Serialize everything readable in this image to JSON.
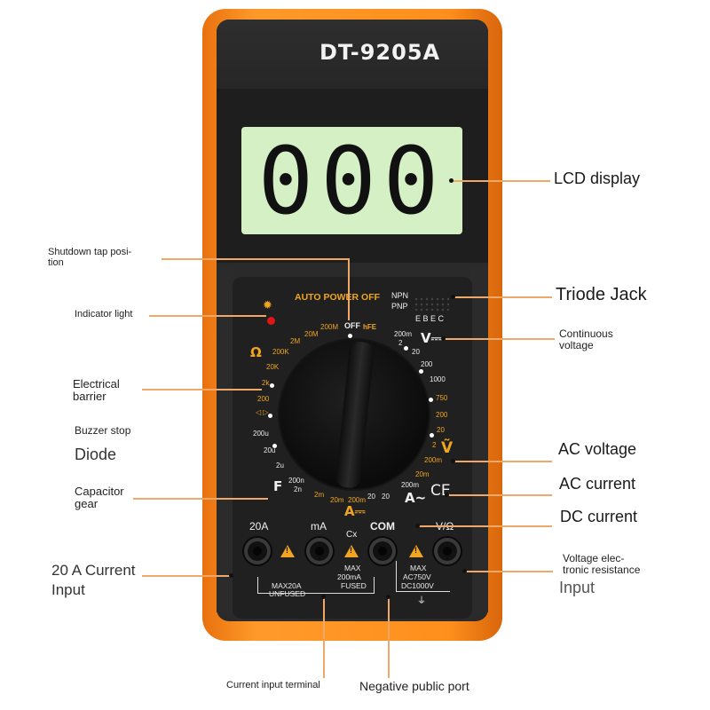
{
  "meter": {
    "model": "DT-9205A",
    "display_value": "000",
    "auto_power_off": "AUTO POWER OFF",
    "npn": "NPN",
    "pnp": "PNP",
    "ebec": "E B E C",
    "off": "OFF",
    "hfe": "hFE",
    "ohm_symbol": "Ω",
    "dc_volt_symbol": "V⎓",
    "ac_volt_symbol": "Ṽ",
    "ac_amp_symbol": "A~",
    "dc_amp_symbol": "A⎓",
    "farad_symbol": "F",
    "ce_mark": "CE",
    "ohm_ranges": [
      "200M",
      "20M",
      "2M",
      "200K",
      "20K",
      "2k",
      "200"
    ],
    "dcv_ranges": [
      "200m",
      "2",
      "20",
      "200",
      "1000"
    ],
    "acv_ranges": [
      "750",
      "200",
      "20",
      "2",
      "200m"
    ],
    "acA_ranges": [
      "20m",
      "200m",
      "20"
    ],
    "dcA_ranges": [
      "20",
      "200m",
      "20m",
      "2m"
    ],
    "cap_ranges": [
      "200n",
      "2n",
      "2u",
      "20u",
      "200u"
    ],
    "colors": {
      "body_orange": "#ff8f1d",
      "lcd_green": "#d4f0c4",
      "range_yellow": "#f0a51e",
      "leader_line": "#f0a868"
    }
  },
  "jacks": {
    "j20a": "20A",
    "ma": "mA",
    "com": "COM",
    "vohm": "V/Ω",
    "cx": "Cx",
    "max20a": "MAX20A",
    "unfused": "UNFUSED",
    "max_label": "MAX",
    "max200ma": "200mA",
    "fused": "FUSED",
    "ac750": "AC750V",
    "dc1000": "DC1000V"
  },
  "callouts": {
    "lcd_display": "LCD display",
    "shutdown_tap": "Shutdown tap posi-\ntion",
    "indicator_light": "Indicator light",
    "triode_jack": "Triode Jack",
    "continuous_voltage": "Continuous\nvoltage",
    "electrical_barrier": "Electrical\nbarrier",
    "buzzer_stop": "Buzzer stop",
    "diode": "Diode",
    "ac_voltage": "AC voltage",
    "capacitor_gear": "Capacitor\ngear",
    "ac_current": "AC current",
    "dc_current": "DC current",
    "current_input_20a": "20 A Current\nInput",
    "voltage_resistance_input": "Voltage elec-\ntronic resistance",
    "voltage_resistance_input_2": "Input",
    "current_input_terminal": "Current input terminal",
    "negative_public_port": "Negative public port"
  }
}
